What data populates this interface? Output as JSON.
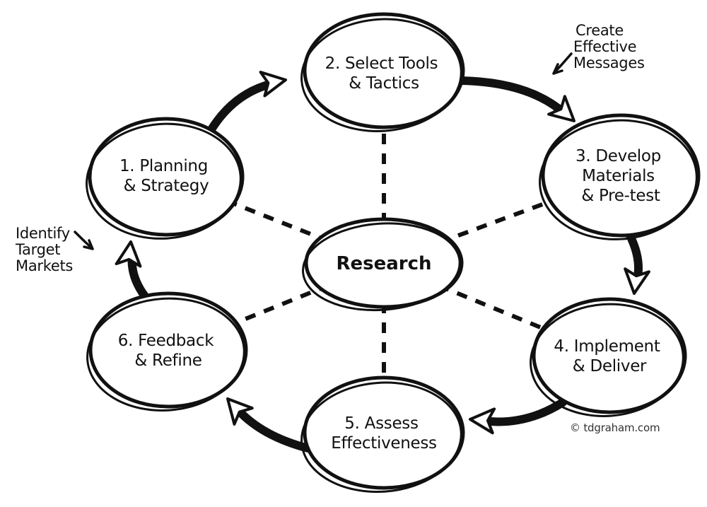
{
  "diagram": {
    "center": {
      "label": "Research"
    },
    "nodes": [
      {
        "id": 1,
        "lines": [
          "1. Planning",
          "& Strategy"
        ]
      },
      {
        "id": 2,
        "lines": [
          "2. Select Tools",
          "& Tactics"
        ]
      },
      {
        "id": 3,
        "lines": [
          "3. Develop",
          "Materials",
          "& Pre-test"
        ]
      },
      {
        "id": 4,
        "lines": [
          "4. Implement",
          "& Deliver"
        ]
      },
      {
        "id": 5,
        "lines": [
          "5. Assess",
          "Effectiveness"
        ]
      },
      {
        "id": 6,
        "lines": [
          "6. Feedback",
          "& Refine"
        ]
      }
    ],
    "annotations": [
      {
        "lines": [
          "Create",
          "Effective",
          "Messages"
        ]
      },
      {
        "lines": [
          "Identify",
          "Target",
          "Markets"
        ]
      }
    ],
    "copyright": "© tdgraham.com",
    "colors": {
      "ink": "#111111",
      "background": "#ffffff"
    }
  }
}
